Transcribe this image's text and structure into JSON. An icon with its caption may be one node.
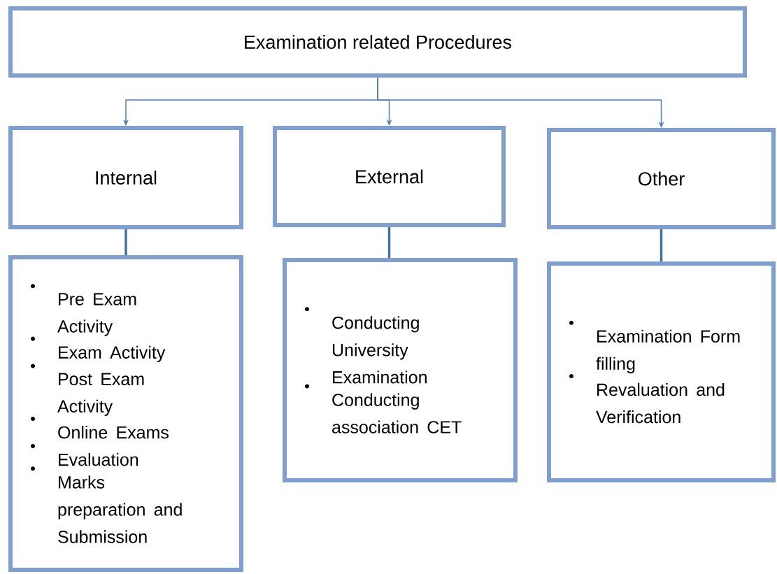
{
  "diagram": {
    "nodes": [
      {
        "text": [
          "Examination related Procedures"
        ]
      },
      {
        "text": [
          "Internal"
        ]
      },
      {
        "text": [
          "External"
        ]
      },
      {
        "text": [
          "Other"
        ]
      },
      {
        "text": [
          "Pre Exam Activity",
          "Exam Activity",
          "Post Exam Activity",
          "Online Exams",
          "Evaluation",
          "Marks preparation and Submission"
        ]
      },
      {
        "text": [
          "Conducting University Examination",
          "Conducting association CET"
        ]
      },
      {
        "text": [
          "Examination Form filling",
          "Revaluation and Verification"
        ]
      }
    ],
    "edges": [
      {
        "from": 0,
        "to": 1,
        "arrow": "to"
      },
      {
        "from": 0,
        "to": 2,
        "arrow": "to"
      },
      {
        "from": 0,
        "to": 3,
        "arrow": "to"
      },
      {
        "from": 1,
        "to": 4,
        "arrow": "none",
        "style": "thick"
      },
      {
        "from": 2,
        "to": 5,
        "arrow": "none",
        "style": "thick"
      },
      {
        "from": 3,
        "to": 6,
        "arrow": "none",
        "style": "thick"
      }
    ]
  }
}
